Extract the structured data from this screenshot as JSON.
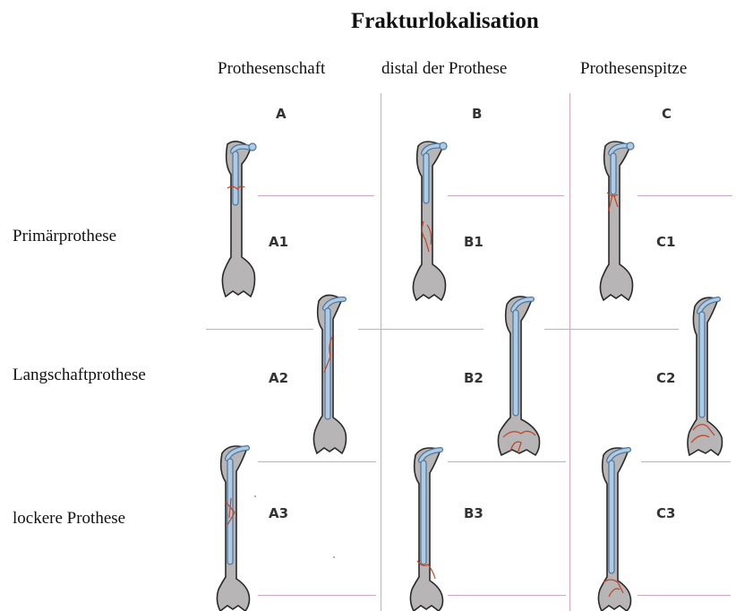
{
  "title": "Frakturlokalisation",
  "columns": [
    {
      "header": "Prothesenschaft",
      "letter": "A"
    },
    {
      "header": "distal der Prothese",
      "letter": "B"
    },
    {
      "header": "Prothesenspitze",
      "letter": "C"
    }
  ],
  "rows": [
    {
      "label": "Primärprothese"
    },
    {
      "label": "Langschaftprothese"
    },
    {
      "label": "lockere Prothese"
    }
  ],
  "codes": {
    "A1": "A1",
    "B1": "B1",
    "C1": "C1",
    "A2": "A2",
    "B2": "B2",
    "C2": "C2",
    "A3": "A3",
    "B3": "B3",
    "C3": "C3"
  },
  "colors": {
    "bone_fill": "#b7b5b5",
    "bone_stroke": "#2a2a2a",
    "prosthesis_fill": "#aecbe6",
    "prosthesis_stroke": "#4d7499",
    "fracture": "#c8401c",
    "grid": "#cfa6c4"
  }
}
